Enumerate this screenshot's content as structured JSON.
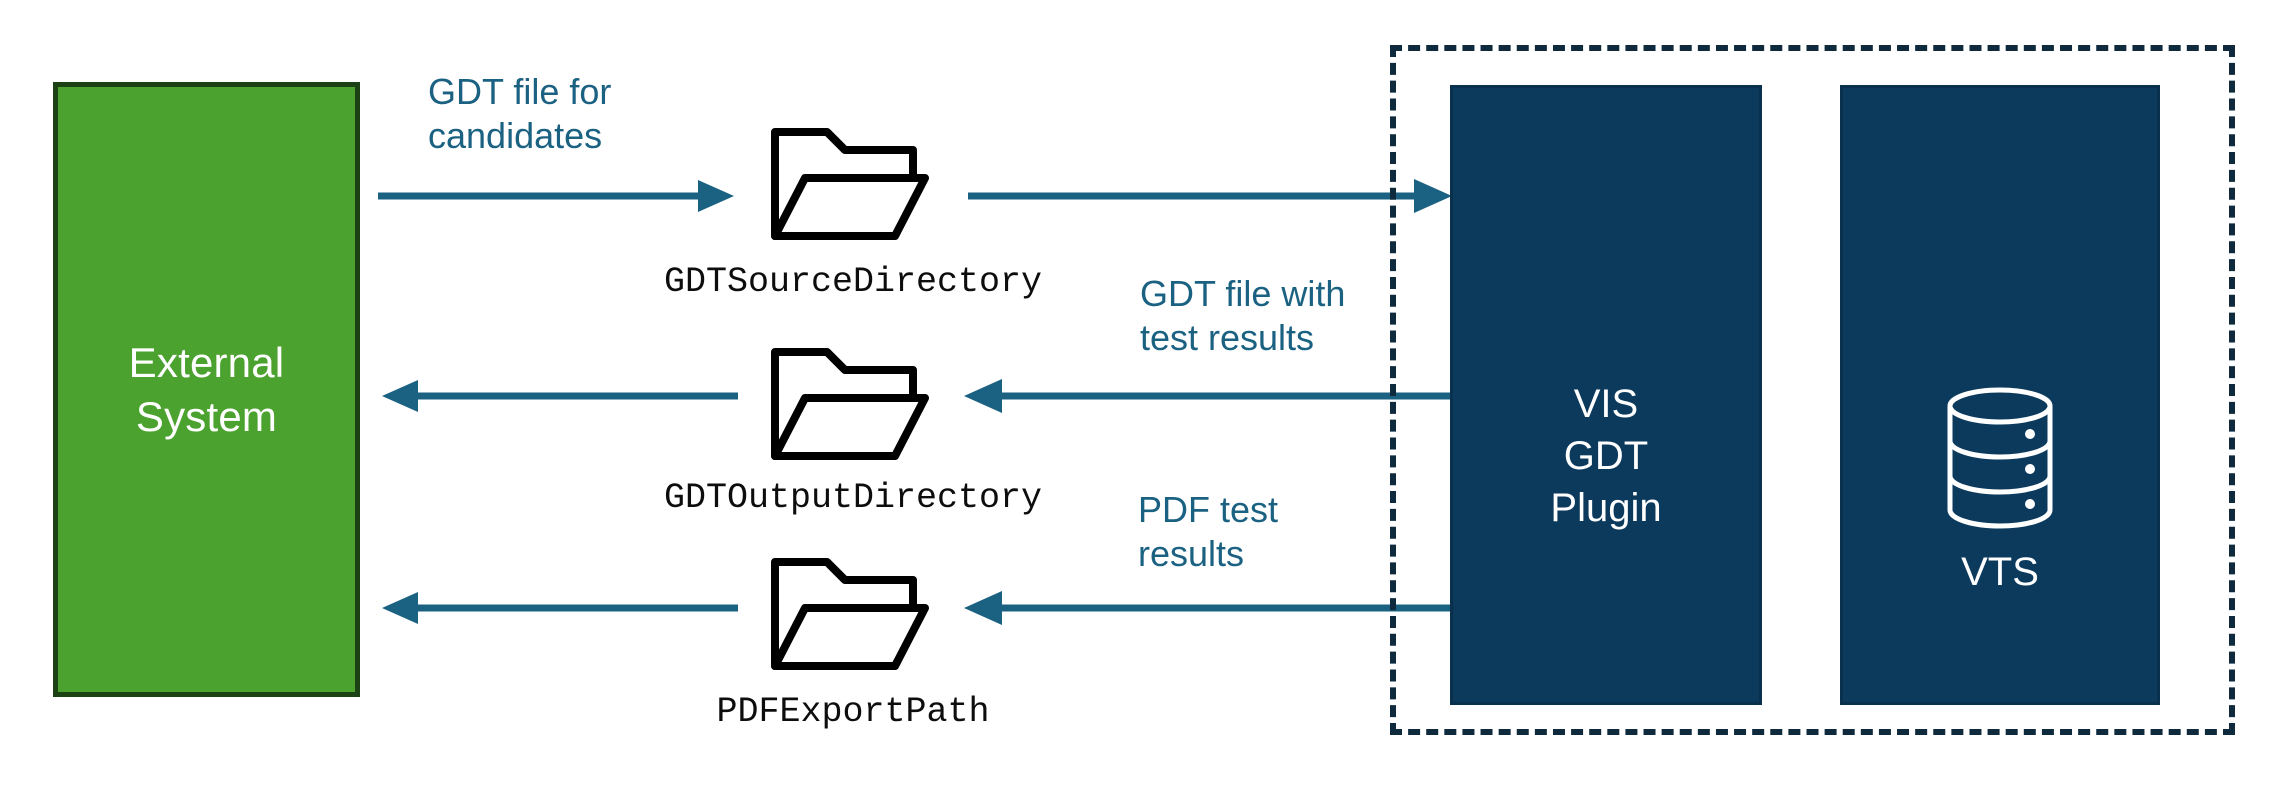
{
  "diagram": {
    "type": "dataflow-diagram",
    "background": "#ffffff",
    "colors": {
      "external_fill": "#4CA22F",
      "external_border": "#1C4114",
      "component_fill": "#0B3A5D",
      "arrow": "#1B6182",
      "label_blue": "#1B6182",
      "boundary_dash": "#0E2A3C",
      "folder_outline": "#000000",
      "caption_text": "#0d0d0d"
    }
  },
  "external_system": {
    "label": "External\nSystem"
  },
  "folders": [
    {
      "icon": "open-folder-icon",
      "caption": "GDTSourceDirectory"
    },
    {
      "icon": "open-folder-icon",
      "caption": "GDTOutputDirectory"
    },
    {
      "icon": "open-folder-icon",
      "caption": "PDFExportPath"
    }
  ],
  "flow_labels": [
    {
      "text": "GDT file for\ncandidates"
    },
    {
      "text": "GDT file with\ntest results"
    },
    {
      "text": "PDF test\nresults"
    }
  ],
  "boundary": {
    "name": "system-boundary",
    "style": "dashed"
  },
  "components": [
    {
      "label": "VIS\nGDT\nPlugin",
      "icon": null
    },
    {
      "label": "VTS",
      "icon": "database-icon"
    }
  ],
  "connectors": [
    {
      "name": "external-to-gdt-source",
      "direction": "right"
    },
    {
      "name": "gdt-source-to-plugin",
      "direction": "right"
    },
    {
      "name": "gdt-output-to-external",
      "direction": "left"
    },
    {
      "name": "plugin-to-gdt-output",
      "direction": "left"
    },
    {
      "name": "pdf-export-to-external",
      "direction": "left"
    },
    {
      "name": "plugin-to-pdf-export",
      "direction": "left"
    }
  ]
}
